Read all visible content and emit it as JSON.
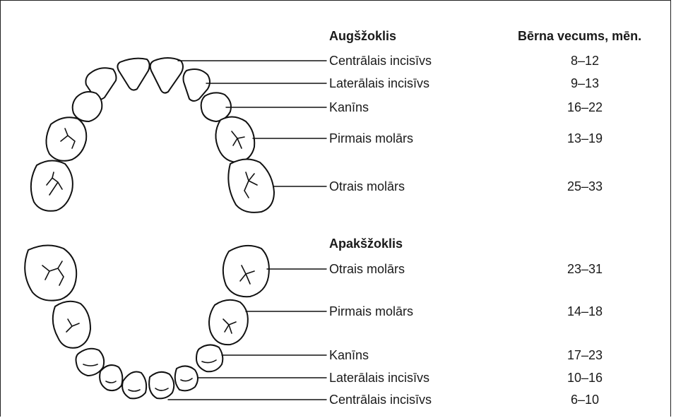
{
  "upper": {
    "title": "Augšžoklis",
    "age_header": "Bērna vecums, mēn.",
    "teeth": [
      {
        "name": "Centrālais incisīvs",
        "age": "8–12"
      },
      {
        "name": "Laterālais incisīvs",
        "age": "9–13"
      },
      {
        "name": "Kanīns",
        "age": "16–22"
      },
      {
        "name": "Pirmais molārs",
        "age": "13–19"
      },
      {
        "name": "Otrais molārs",
        "age": "25–33"
      }
    ]
  },
  "lower": {
    "title": "Apakšžoklis",
    "teeth": [
      {
        "name": "Otrais molārs",
        "age": "23–31"
      },
      {
        "name": "Pirmais molārs",
        "age": "14–18"
      },
      {
        "name": "Kanīns",
        "age": "17–23"
      },
      {
        "name": "Laterālais incisīvs",
        "age": "10–16"
      },
      {
        "name": "Centrālais incisīvs",
        "age": "6–10"
      }
    ]
  }
}
